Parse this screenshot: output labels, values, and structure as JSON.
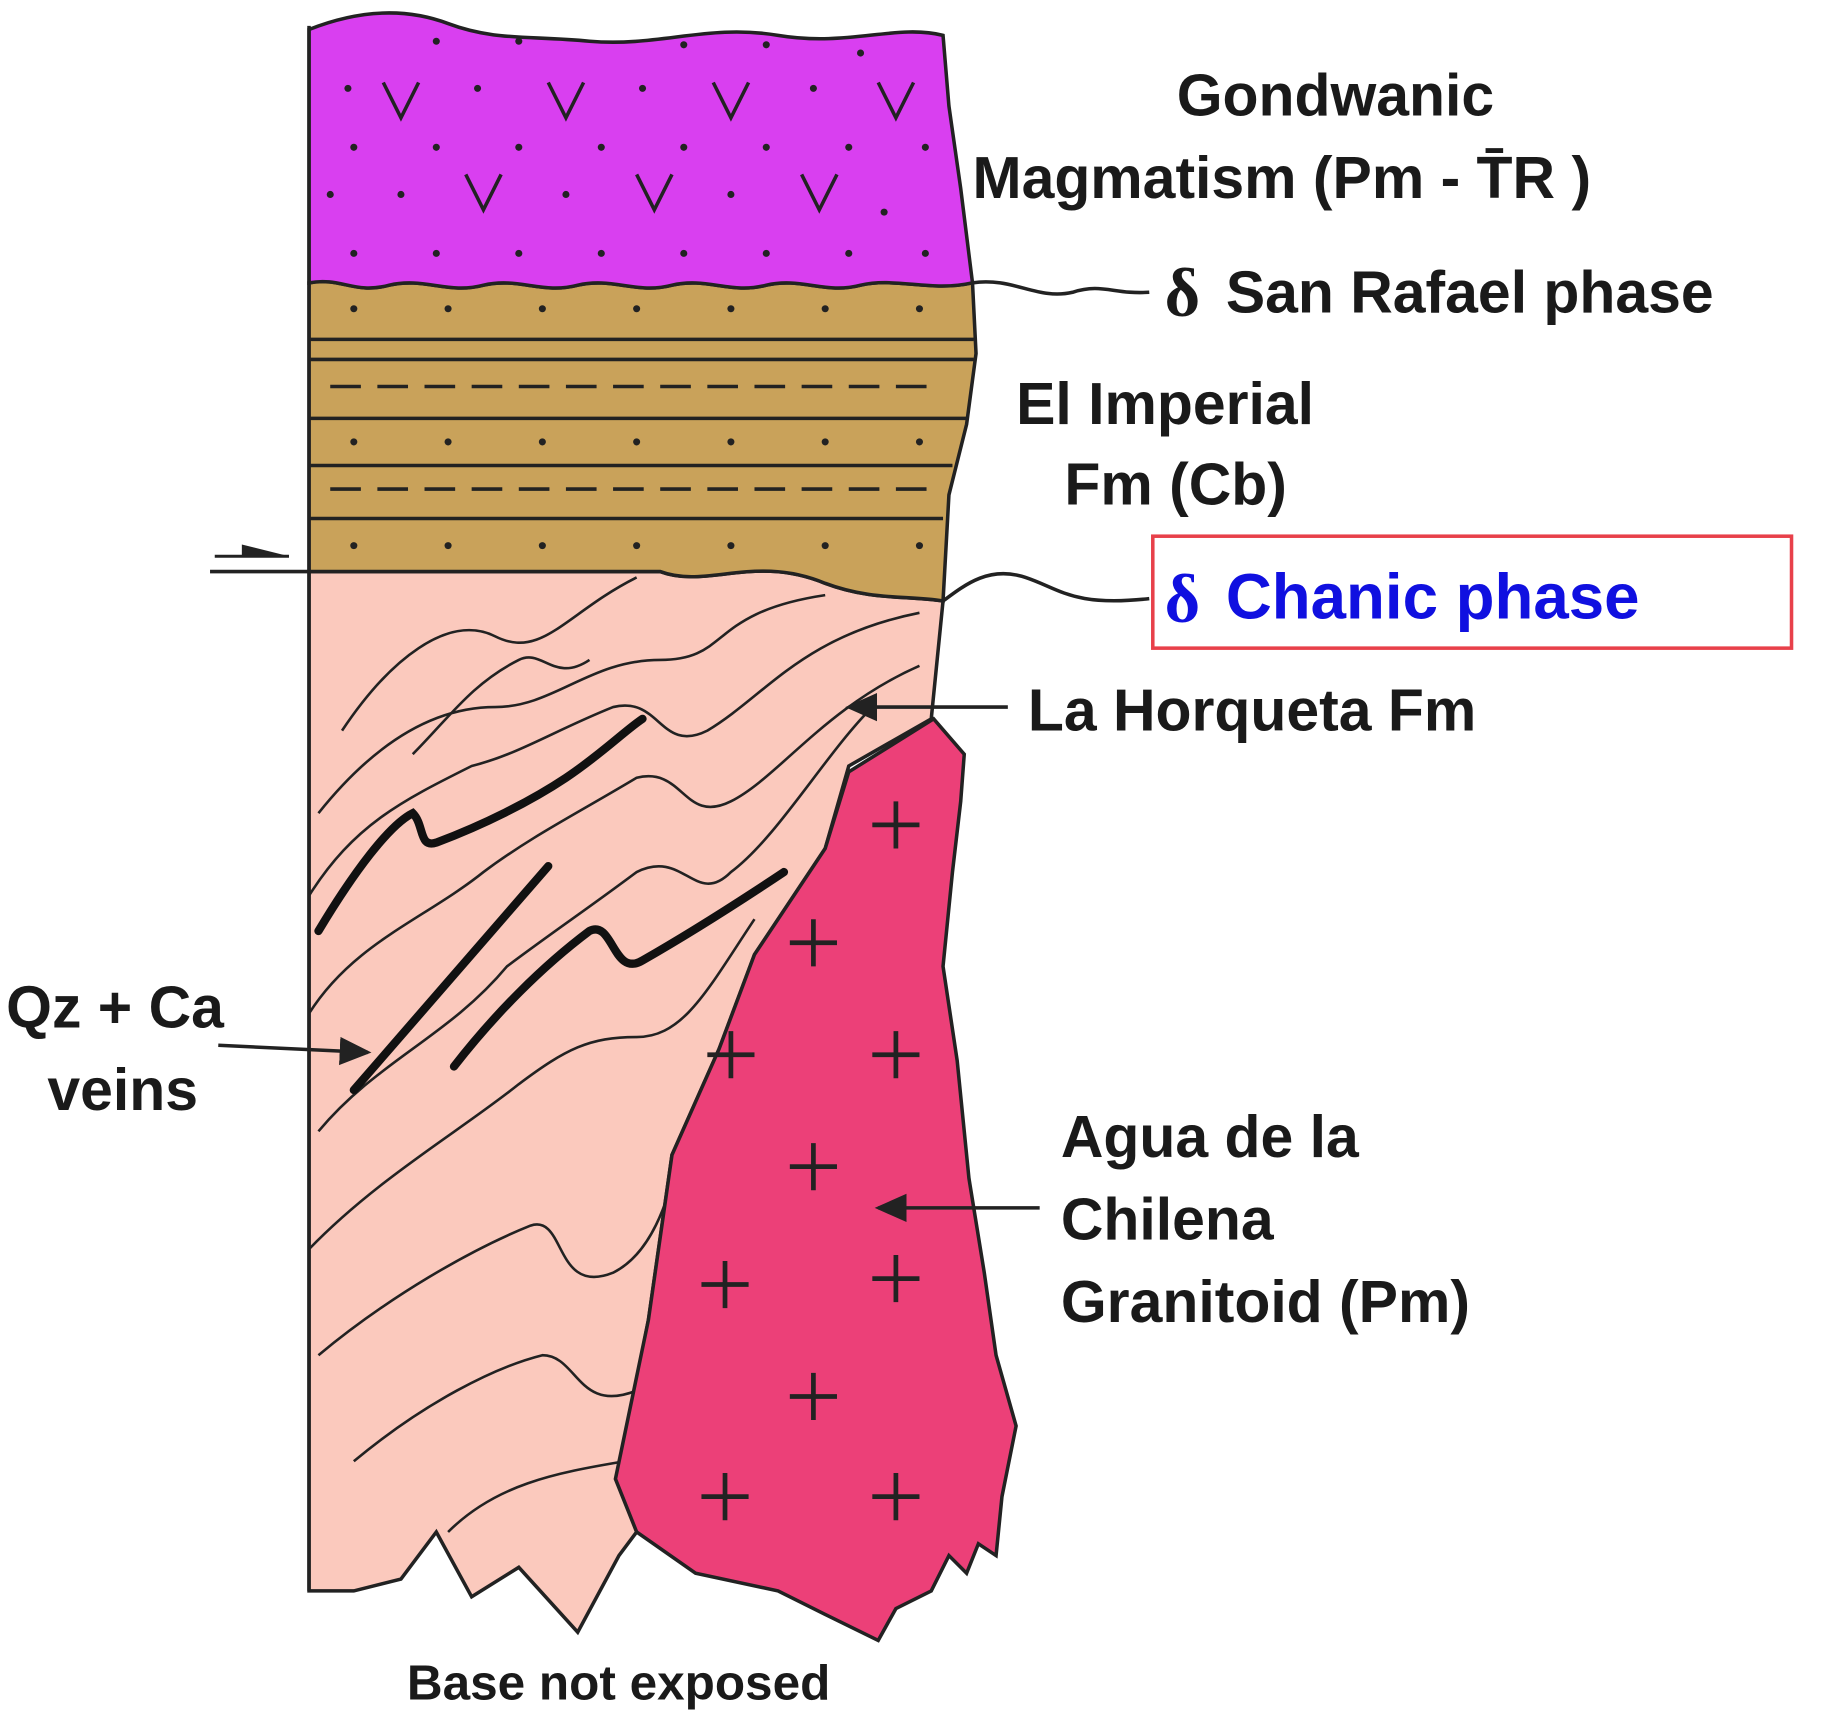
{
  "labels": {
    "gondwanic_line1": "Gondwanic",
    "gondwanic_line2": "Magmatism (Pm - T̄R )",
    "san_rafael_symbol": "δ",
    "san_rafael": "San Rafael phase",
    "el_imperial_line1": "El Imperial",
    "el_imperial_line2": "Fm (Cb)",
    "chanic_symbol": "δ",
    "chanic": "Chanic phase",
    "la_horqueta": "La Horqueta Fm",
    "veins_line1": "Qz + Ca",
    "veins_line2": "veins",
    "granitoid_line1": "Agua de la",
    "granitoid_line2": "Chilena",
    "granitoid_line3": "Granitoid (Pm)",
    "base": "Base not exposed"
  },
  "colors": {
    "magmatism": "#d93ff0",
    "el_imperial": "#c9a25a",
    "la_horqueta": "#fbc9bd",
    "granitoid": "#ec4078",
    "chanic_text": "#1010e0",
    "highlight_box": "#e8404a"
  }
}
